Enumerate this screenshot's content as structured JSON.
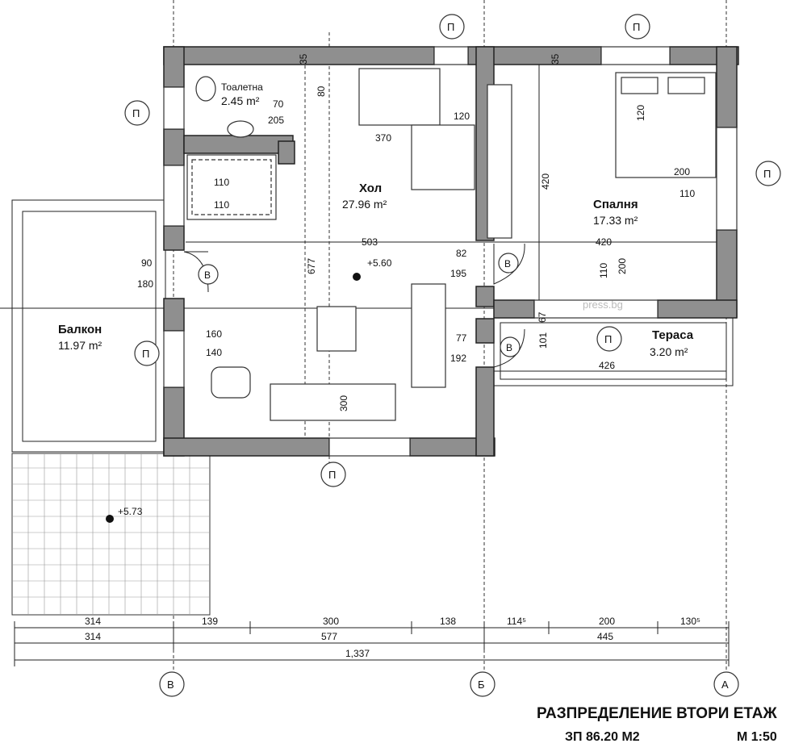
{
  "drawing": {
    "title": "РАЗПРЕДЕЛЕНИЕ ВТОРИ ЕТАЖ",
    "area": "ЗП 86.20 М2",
    "scale": "М 1:50",
    "watermark": "press.bg"
  },
  "rooms": {
    "toilet": {
      "name": "Тоалетна",
      "area": "2.45 m²"
    },
    "hall": {
      "name": "Хол",
      "area": "27.96 m²"
    },
    "bedroom": {
      "name": "Спалня",
      "area": "17.33 m²"
    },
    "balcony": {
      "name": "Балкон",
      "area": "11.97 m²"
    },
    "terrace": {
      "name": "Тераса",
      "area": "3.20 m²"
    }
  },
  "levels": {
    "hall": "+5.60",
    "balcony": "+5.73"
  },
  "labels": {
    "section_p": "П",
    "door_v": "В",
    "axis_v": "В",
    "axis_b": "Б",
    "axis_a": "А"
  },
  "inner_dims": {
    "d35a": "35",
    "d35b": "35",
    "d80": "80",
    "d70": "70",
    "d205": "205",
    "d90": "90",
    "d180": "180",
    "d110a": "110",
    "d110b": "110",
    "d160": "160",
    "d140": "140",
    "d370": "370",
    "d120a": "120",
    "d503": "503",
    "d677": "677",
    "d82": "82",
    "d195": "195",
    "d300": "300",
    "d77": "77",
    "d192": "192",
    "d420a": "420",
    "d420b": "420",
    "d110c": "110",
    "d200a": "200",
    "d200b": "200",
    "d110d": "110",
    "d120b": "120",
    "d67": "67",
    "d101": "101",
    "d426": "426"
  },
  "bottom_dims": {
    "row1": [
      "314",
      "139",
      "300",
      "138",
      "114⁵",
      "200",
      "130⁵"
    ],
    "row2": [
      "314",
      "577",
      "445"
    ],
    "row3": [
      "1,337"
    ]
  }
}
